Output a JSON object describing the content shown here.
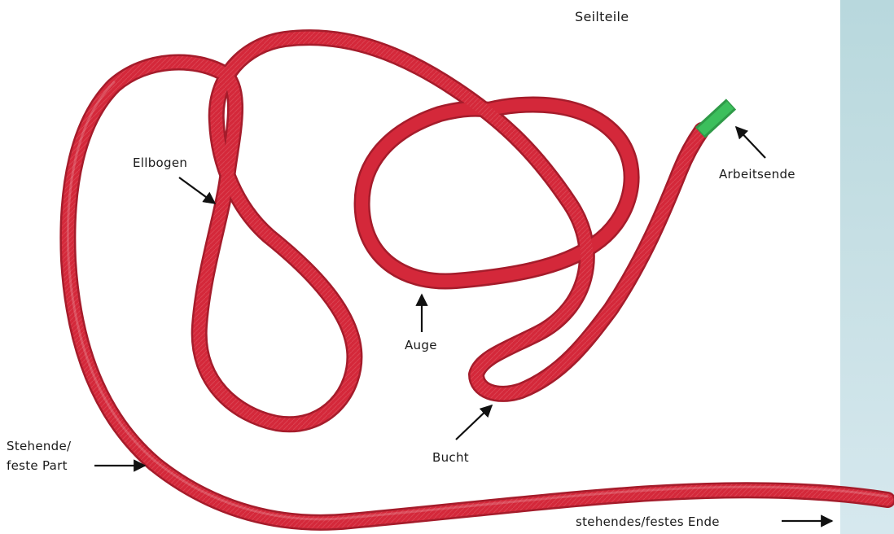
{
  "title": "Seilteile",
  "labels": {
    "ellbogen": "Ellbogen",
    "arbeitsende": "Arbeitsende",
    "auge": "Auge",
    "bucht": "Bucht",
    "stehende_part_line1": "Stehende/",
    "stehende_part_line2": "feste Part",
    "stehendes_ende": "stehendes/festes Ende"
  },
  "colors": {
    "rope": "#d4283a",
    "rope_shade": "#a51c2b",
    "rope_tip": "#3cbf5c",
    "sidebar": "#c6dfe4"
  }
}
